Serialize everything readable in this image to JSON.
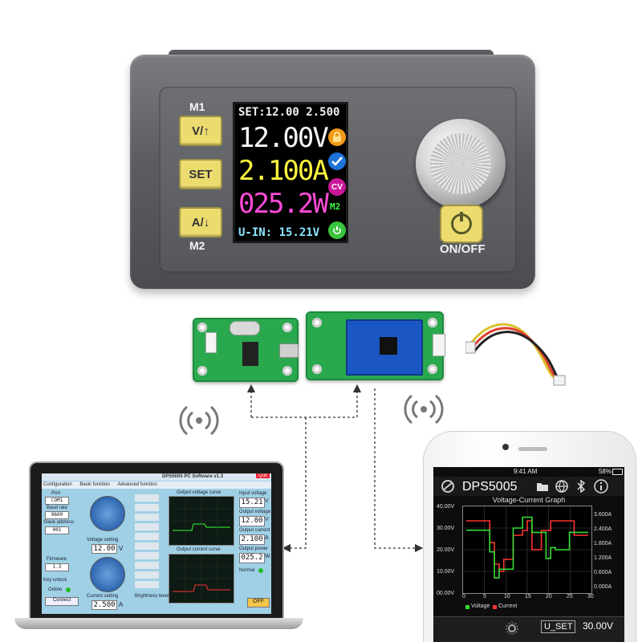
{
  "device": {
    "m1_label": "M1",
    "m2_label": "M2",
    "btn_up": "V/↑",
    "btn_set": "SET",
    "btn_down": "A/↓",
    "onoff_label": "ON/OFF",
    "lcd": {
      "set_line": "SET:12.00 2.500",
      "voltage": "12.00V",
      "current": "2.100A",
      "power": "025.2W",
      "input": "U-IN: 15.21V",
      "mode_badge": "CV",
      "memory_badge": "M2"
    },
    "colors": {
      "key_yellow": "#ecdc70",
      "lcd_voltage": "#f5f5f5",
      "lcd_current": "#fff43b",
      "lcd_power": "#ff4ad6",
      "lcd_input": "#8ee6ff"
    }
  },
  "laptop_app": {
    "title": "DPS5005 PC Software v1.3",
    "quit": "Quit",
    "tabs": [
      "Configuration",
      "Basic function",
      "Advanced function"
    ],
    "port_label": "Port",
    "port_value": "COM1",
    "baud_label": "Baud rate",
    "baud_value": "9600",
    "slave_label": "Slave address",
    "slave_value": "001",
    "firmware_label": "Firmware",
    "firmware_value": "1.3",
    "key_unlock": "Key unlock",
    "online": "Online",
    "connect": "Connect",
    "voltage_setting_label": "Voltage setting",
    "voltage_setting_value": "12.00",
    "voltage_unit": "V",
    "current_setting_label": "Current setting",
    "current_setting_value": "2.500",
    "current_unit": "A",
    "output_voltage_curve": "Output voltage curve",
    "output_current_curve": "Output current curve",
    "input_voltage_label": "Input voltage",
    "input_voltage_value": "15.21",
    "output_voltage_label": "Output voltage",
    "output_voltage_value": "12.00",
    "output_current_label": "Output current",
    "output_current_value": "2.100",
    "output_power_label": "Output power",
    "output_power_value": "025.2",
    "power_unit": "W",
    "normal": "Normal",
    "brightness": "Brightness level",
    "off": "OFF"
  },
  "phone_app": {
    "time": "9:41 AM",
    "battery": "58%",
    "title": "DPS5005",
    "graph_title": "Voltage-Current Graph",
    "left_axis": [
      "40.00V",
      "30.00V",
      "20.00V",
      "10.00V",
      "00.00V"
    ],
    "right_axis": [
      "3.600A",
      "2.400A",
      "1.800A",
      "1.200A",
      "0.600A",
      "0.000A"
    ],
    "x_ticks": [
      "0",
      "5",
      "10",
      "15",
      "20",
      "25",
      "30"
    ],
    "legend_voltage": "Voltage",
    "legend_current": "Current",
    "uset_label": "U_SET",
    "uset_value": "30.00V",
    "colors": {
      "voltage": "#33dd33",
      "current": "#ff3333"
    }
  },
  "chart_data": {
    "type": "line",
    "title": "Voltage-Current Graph",
    "x": [
      0,
      1,
      2,
      3,
      4,
      5,
      6,
      7,
      8,
      9,
      10,
      11,
      12,
      13,
      14,
      15,
      16,
      17,
      18,
      19,
      20,
      21,
      22,
      23,
      24,
      25,
      26
    ],
    "series": [
      {
        "name": "Voltage",
        "unit": "V",
        "values": [
          29,
          29,
          29,
          29,
          29,
          19,
          7,
          11,
          11,
          11,
          30,
          30,
          35,
          35,
          28,
          28,
          28,
          16,
          21,
          20,
          20,
          20,
          28,
          28,
          28,
          28,
          28
        ]
      },
      {
        "name": "Current",
        "unit": "A",
        "values": [
          3.0,
          3.0,
          3.0,
          3.0,
          3.0,
          2.1,
          1.2,
          0.9,
          1.4,
          1.4,
          2.4,
          2.4,
          2.6,
          3.0,
          1.8,
          1.8,
          2.6,
          2.6,
          3.0,
          3.0,
          3.0,
          3.0,
          3.0,
          2.4,
          2.4,
          2.4,
          2.4
        ]
      }
    ],
    "ylim": [
      0,
      40
    ],
    "y2lim": [
      0,
      3.6
    ],
    "grid": true,
    "legend": "bottom"
  }
}
